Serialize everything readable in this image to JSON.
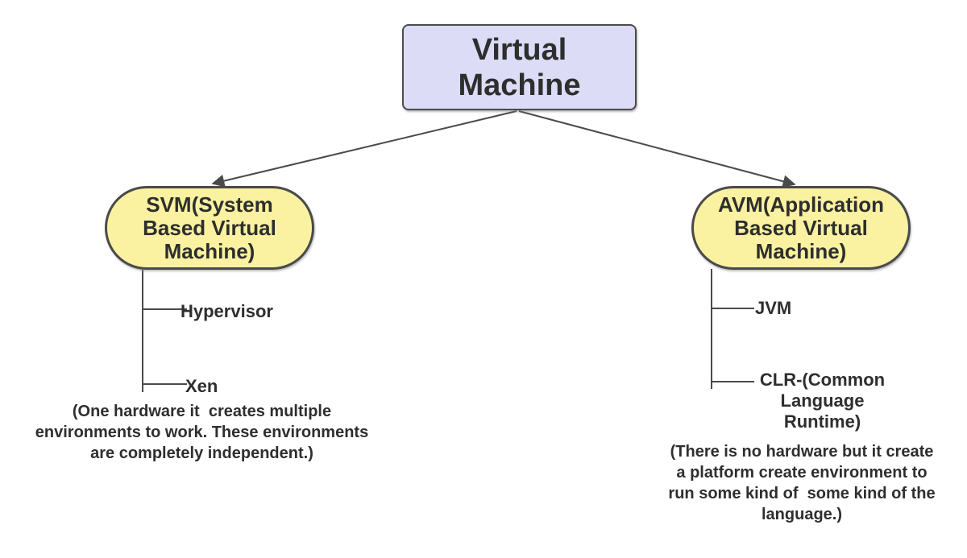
{
  "title": {
    "label": "Virtual\nMachine"
  },
  "left_branch": {
    "node_label": "SVM(System\nBased Virtual\nMachine)",
    "children": [
      {
        "label": "Hypervisor"
      },
      {
        "label": "Xen"
      }
    ],
    "note": "(One hardware it  creates multiple\nenvironments to work. These environments\nare completely independent.)"
  },
  "right_branch": {
    "node_label": "AVM(Application\nBased Virtual\nMachine)",
    "children": [
      {
        "label": "JVM"
      },
      {
        "label": "CLR-(Common\nLanguage\nRuntime)"
      }
    ],
    "note": "(There is no hardware but it create\na platform create environment to\nrun some kind of  some kind of the\nlanguage.)"
  },
  "colors": {
    "canvas-bg": "#ffffff",
    "root-fill": "#dcdcf7",
    "node-fill": "#faf2a0",
    "stroke": "#4a4a4a",
    "text": "#2e2e2e"
  }
}
